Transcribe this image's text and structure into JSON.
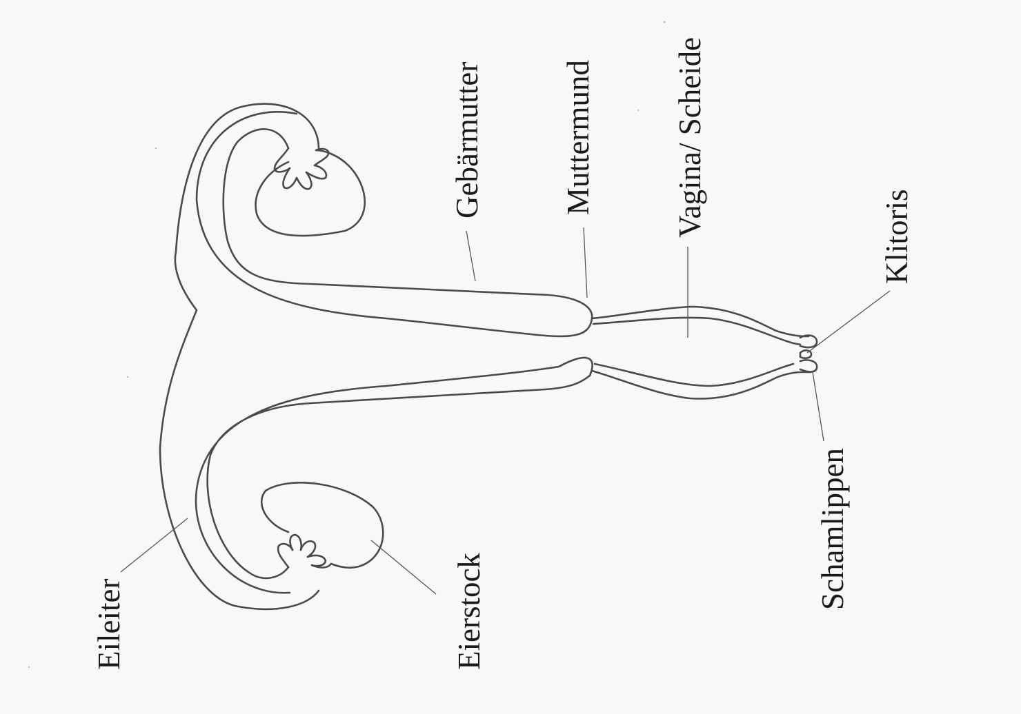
{
  "labels": {
    "eileiter": "Eileiter",
    "eierstock": "Eierstock",
    "gebaermutter": "Gebärmutter",
    "muttermund": "Muttermund",
    "vagina": "Vagina/ Scheide",
    "klitoris": "Klitoris",
    "schamlippen": "Schamlippen"
  },
  "colors": {
    "paper": "#f8f8f6",
    "line": "#4a4a4a",
    "text": "#1a1a1a"
  }
}
